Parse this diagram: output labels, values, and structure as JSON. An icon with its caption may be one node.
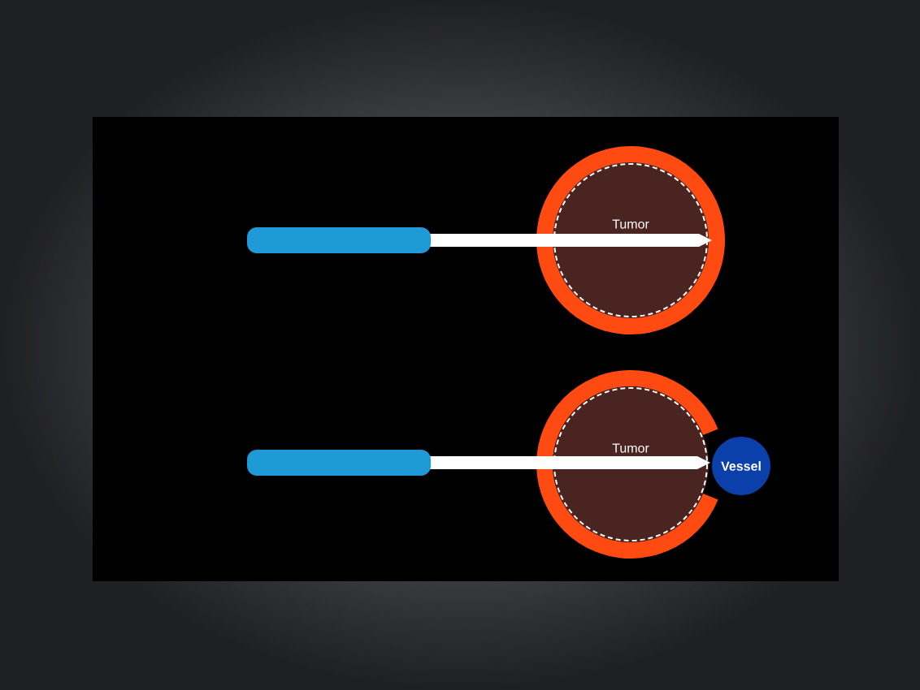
{
  "diagram": {
    "nodes": [
      {
        "text": [
          "Tumor"
        ]
      },
      {
        "text": [
          "Tumor"
        ]
      },
      {
        "text": [
          "Vessel"
        ]
      }
    ]
  }
}
